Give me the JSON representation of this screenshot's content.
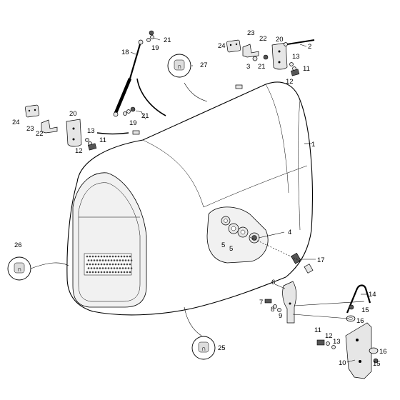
{
  "diagram": {
    "callouts": {
      "c1": "1",
      "c2": "2",
      "c3": "3",
      "c4": "4",
      "c5a": "5",
      "c5b": "5",
      "c6": "6",
      "c7": "7",
      "c8": "8",
      "c9": "9",
      "c10": "10",
      "c11a": "11",
      "c11b": "11",
      "c11c": "11",
      "c12a": "12",
      "c12b": "12",
      "c12c": "12",
      "c13a": "13",
      "c13b": "13",
      "c13c": "13",
      "c14": "14",
      "c15a": "15",
      "c15b": "15",
      "c16a": "16",
      "c16b": "16",
      "c17": "17",
      "c18": "18",
      "c19a": "19",
      "c19b": "19",
      "c20a": "20",
      "c20b": "20",
      "c21a": "21",
      "c21b": "21",
      "c21c": "21",
      "c22a": "22",
      "c22b": "22",
      "c23a": "23",
      "c23b": "23",
      "c24a": "24",
      "c24b": "24",
      "c25": "25",
      "c26": "26",
      "c27": "27"
    }
  }
}
